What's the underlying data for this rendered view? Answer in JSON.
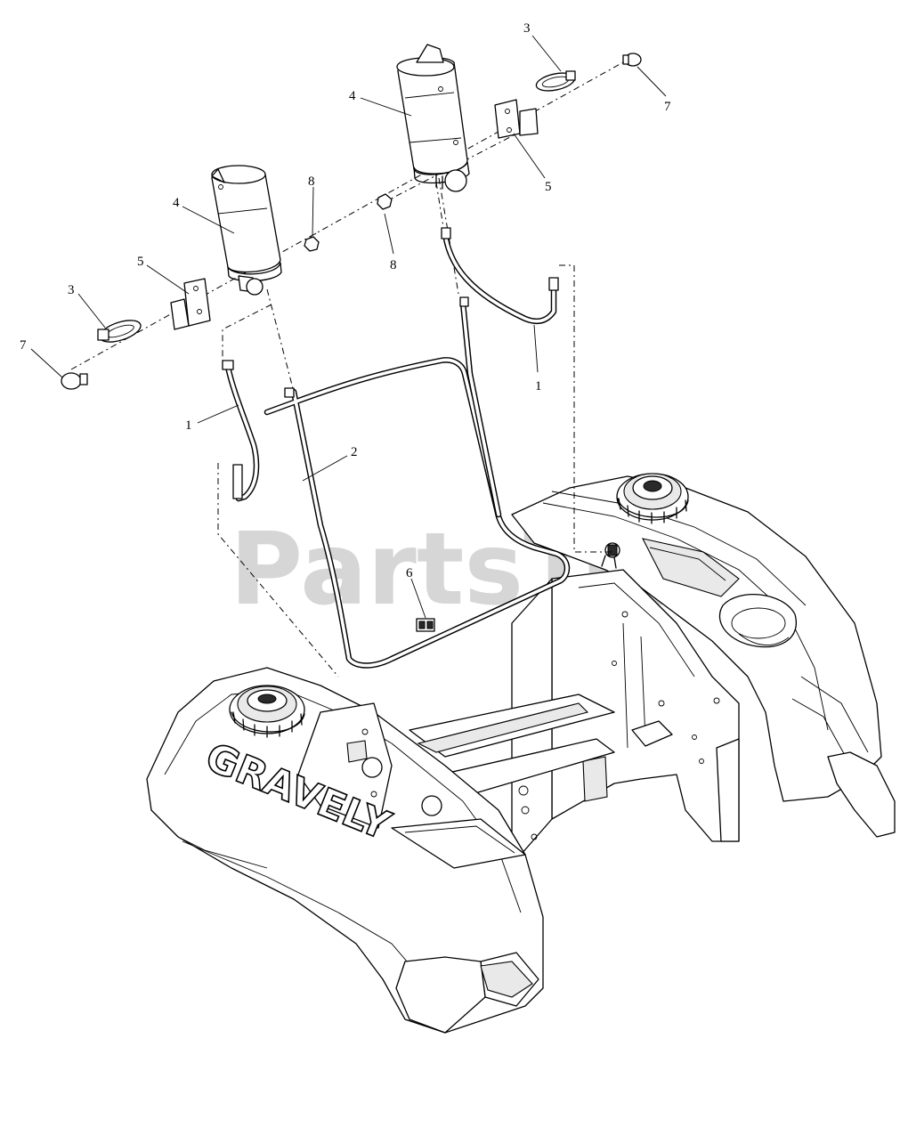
{
  "diagram": {
    "watermark": "PartsTree",
    "brand_lettering": "GRAVELY",
    "callouts": [
      {
        "id": "c3-right",
        "label": "3"
      },
      {
        "id": "c7-right",
        "label": "7"
      },
      {
        "id": "c4-right",
        "label": "4"
      },
      {
        "id": "c5-right",
        "label": "5"
      },
      {
        "id": "c8-right",
        "label": "8"
      },
      {
        "id": "c1-right",
        "label": "1"
      },
      {
        "id": "c8-left",
        "label": "8"
      },
      {
        "id": "c4-left",
        "label": "4"
      },
      {
        "id": "c5-left",
        "label": "5"
      },
      {
        "id": "c3-left",
        "label": "3"
      },
      {
        "id": "c7-left",
        "label": "7"
      },
      {
        "id": "c1-left",
        "label": "1"
      },
      {
        "id": "c2",
        "label": "2"
      },
      {
        "id": "c6",
        "label": "6"
      }
    ]
  }
}
